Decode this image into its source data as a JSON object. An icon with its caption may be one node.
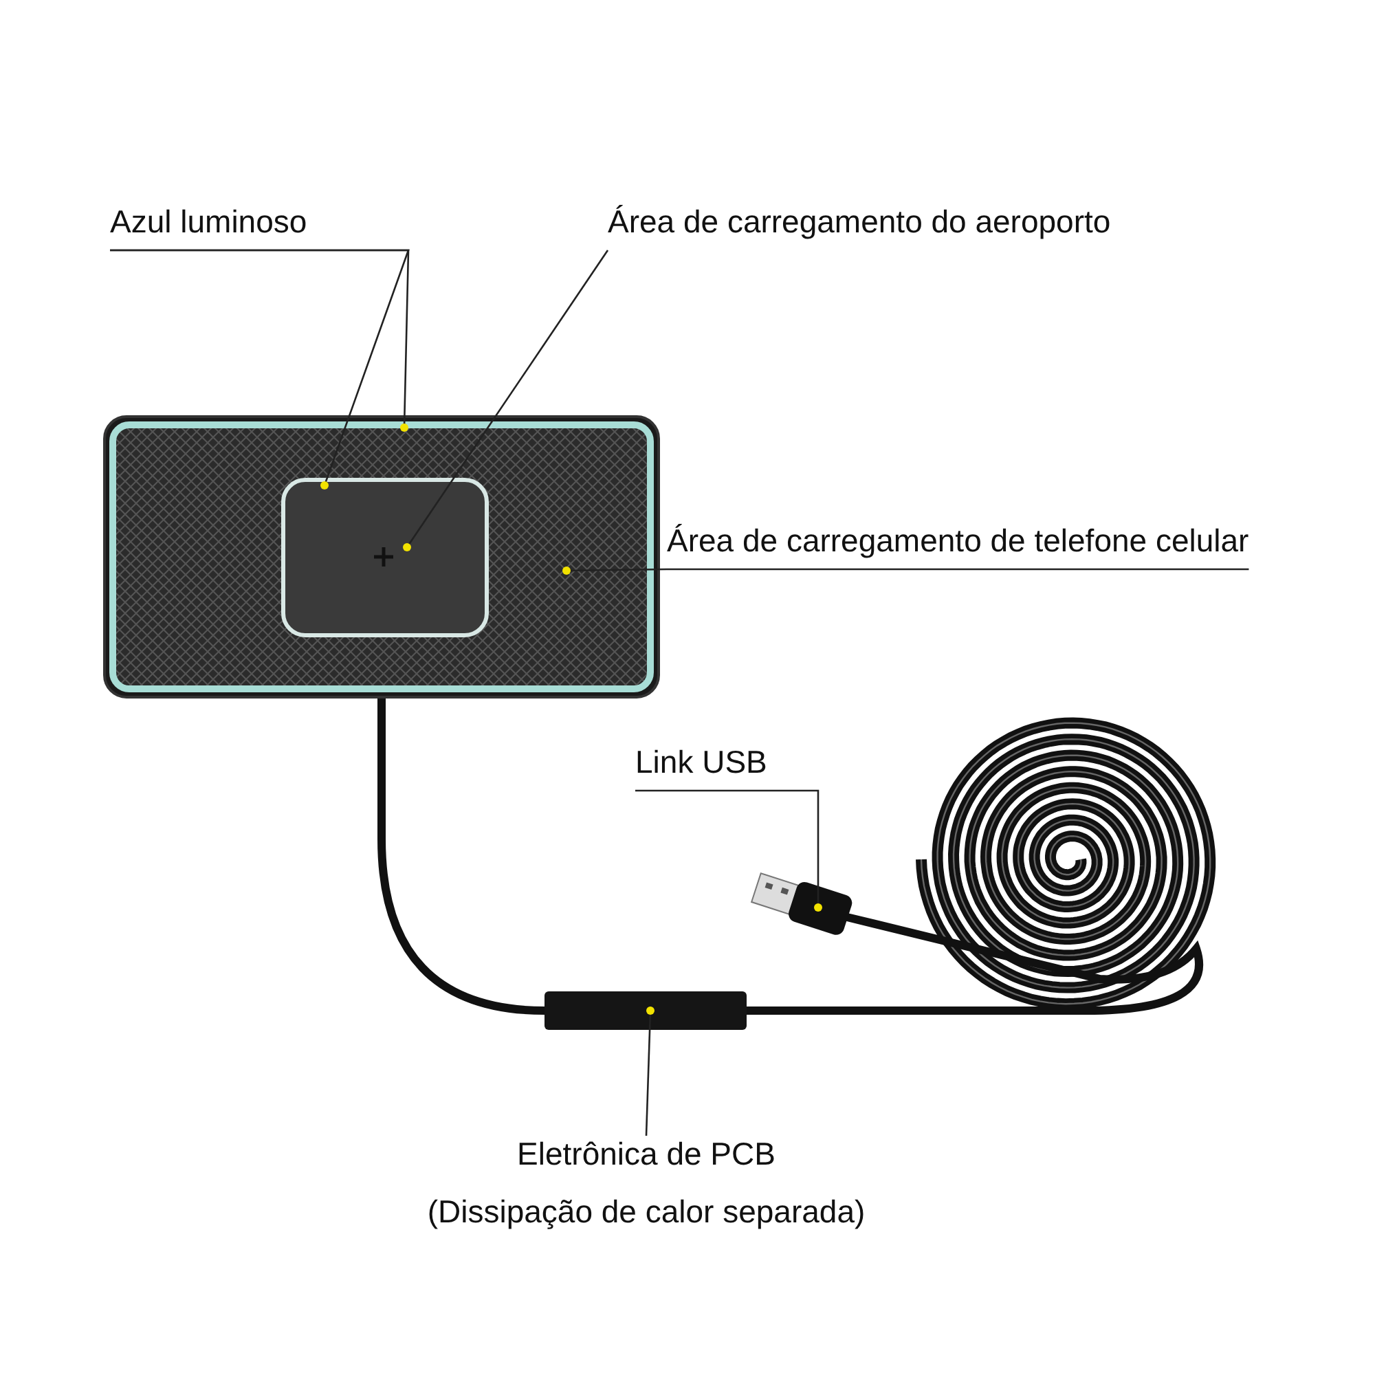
{
  "diagram": {
    "nodes": [
      {
        "text": [
          "Azul luminoso"
        ]
      },
      {
        "text": [
          "Área de carregamento do aeroporto"
        ]
      },
      {
        "text": [
          "Área de carregamento de telefone celular"
        ]
      },
      {
        "text": [
          "Link USB"
        ]
      },
      {
        "text": [
          "Eletrônica de PCB",
          "(Dissipação de calor separada)"
        ]
      },
      {
        "text": [],
        "shape": "picture"
      },
      {
        "text": [],
        "shape": "picture",
        "in": 5
      },
      {
        "text": [],
        "shape": "picture"
      },
      {
        "text": [],
        "shape": "picture"
      }
    ],
    "edges": [
      {
        "from": 0,
        "to": 5,
        "arrow": "none"
      },
      {
        "from": 0,
        "to": 6,
        "arrow": "none"
      },
      {
        "from": 1,
        "to": 6,
        "arrow": "none"
      },
      {
        "from": 2,
        "to": 5,
        "arrow": "none"
      },
      {
        "from": 3,
        "to": 7,
        "arrow": "none"
      },
      {
        "from": 4,
        "to": 8,
        "arrow": "none"
      },
      {
        "from": 5,
        "to": 8,
        "arrow": "none",
        "style": "thick",
        "color": "#111111"
      },
      {
        "from": 8,
        "to": 7,
        "arrow": "none",
        "style": "thick",
        "color": "#111111"
      }
    ]
  }
}
